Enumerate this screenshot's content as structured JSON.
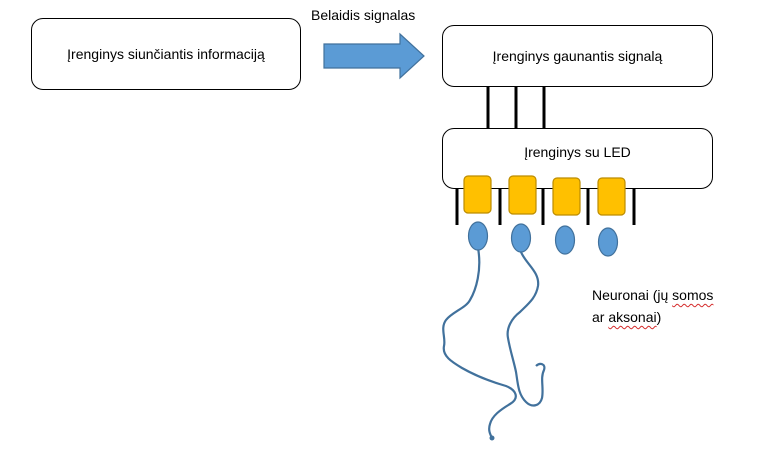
{
  "sender": {
    "label": "Įrenginys siunčiantis informaciją"
  },
  "signal": {
    "label": "Belaidis signalas"
  },
  "receiver": {
    "label": "Įrenginys gaunantis signalą"
  },
  "led_device": {
    "label": "Įrenginys su LED"
  },
  "neurons": {
    "line1_a": "Neuronai (jų ",
    "line1_b": "somos",
    "line2_a": "ar ",
    "line2_b": "aksonai",
    "line2_c": ")"
  },
  "colors": {
    "arrow": "#5b9bd5",
    "led": "#ffc000",
    "neuron": "#5b9bd5",
    "axon": "#41719c"
  }
}
